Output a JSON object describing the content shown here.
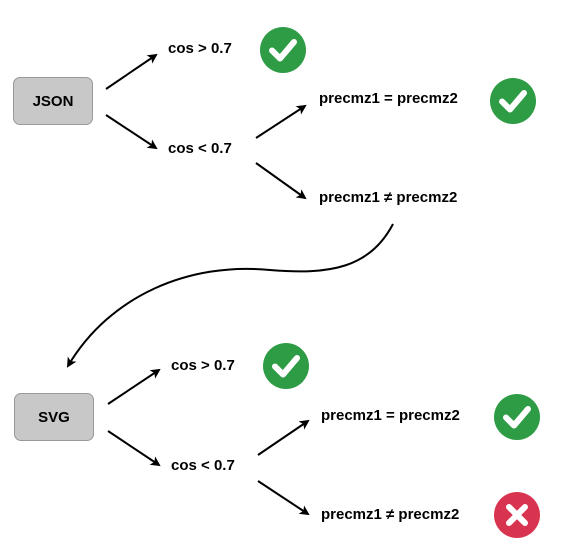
{
  "colors": {
    "pass": "#2e9b45",
    "fail": "#d8344f",
    "box_fill": "#c8c8c8",
    "box_border": "#999999",
    "stroke": "#000000"
  },
  "json_group": {
    "box_label": "JSON",
    "branch_high": {
      "label": "cos > 0.7",
      "result_icon": "check-icon"
    },
    "branch_low": {
      "label": "cos < 0.7"
    },
    "sub_equal": {
      "label": "precmz1 = precmz2",
      "result_icon": "check-icon"
    },
    "sub_not_equal": {
      "label": "precmz1 ≠ precmz2"
    }
  },
  "svg_group": {
    "box_label": "SVG",
    "branch_high": {
      "label": "cos > 0.7",
      "result_icon": "check-icon"
    },
    "branch_low": {
      "label": "cos < 0.7"
    },
    "sub_equal": {
      "label": "precmz1 = precmz2",
      "result_icon": "check-icon"
    },
    "sub_not_equal": {
      "label": "precmz1 ≠ precmz2",
      "result_icon": "cross-icon"
    }
  }
}
